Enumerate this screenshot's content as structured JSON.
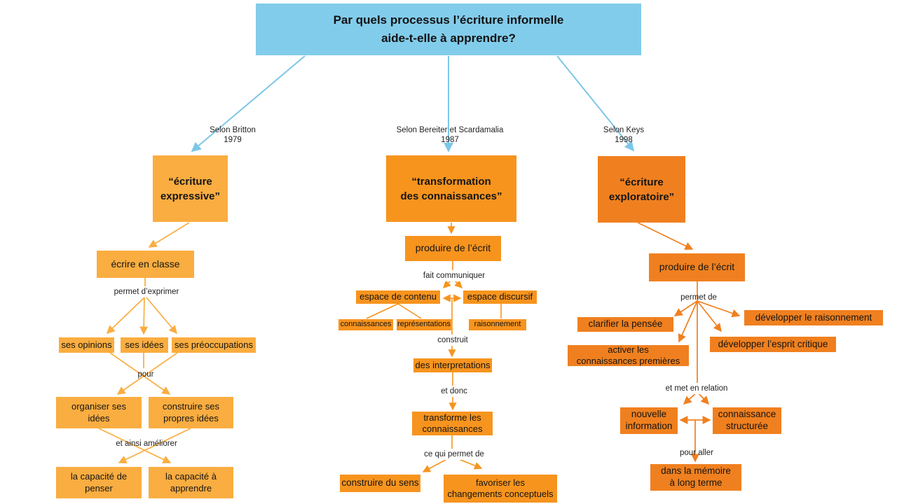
{
  "title": "Par quels processus l’écriture informelle\naide-t-elle à apprendre?",
  "colors": {
    "question_blue": "#82CCEB",
    "blue_arrow": "#7CC7E8",
    "branch_left_orange": "#FAAD40",
    "branch_middle_orange": "#F7941E",
    "branch_right_orange": "#F0801F",
    "text": "#151515"
  },
  "left_branch": {
    "source_label": "Selon Britton\n1979",
    "concept": "“écriture\nexpressive”",
    "ecrire_en_classe": "écrire en classe",
    "permet_exprimer": "permet d’exprimer",
    "ses_opinions": "ses opinions",
    "ses_idees": "ses idées",
    "ses_preoccupations": "ses préoccupations",
    "pour": "pour",
    "organiser_idees": "organiser ses\nidées",
    "construire_idees": "construire ses\npropres idées",
    "et_ainsi_ameliorer": "et ainsi améliorer",
    "capacite_penser": "la capacité de\npenser",
    "capacite_apprendre": "la capacité à\napprendre"
  },
  "middle_branch": {
    "source_label": "Selon Bereiter et Scardamalia\n1987",
    "concept": "“transformation\ndes connaissances”",
    "produire_ecrit": "produire de l’écrit",
    "fait_communiquer": "fait communiquer",
    "espace_contenu": "espace de contenu",
    "espace_discursif": "espace discursif",
    "connaissances": "connaissances",
    "representations": "représentations",
    "raisonnement": "raisonnement",
    "construit": "construit",
    "des_interpretations": "des interpretations",
    "et_donc": "et donc",
    "transforme_connaissances": "transforme les\nconnaissances",
    "ce_qui_permet_de": "ce qui permet de",
    "construire_du_sens": "construire du sens",
    "favoriser_changements": "favoriser les\nchangements conceptuels"
  },
  "right_branch": {
    "source_label": "Selon Keys\n1998",
    "concept": "“écriture\nexploratoire”",
    "produire_ecrit": "produire de l’écrit",
    "permet_de": "permet de",
    "clarifier_pensee": "clarifier la pensée",
    "activer_connaissances": "activer les\nconnaissances premières",
    "developper_raisonnement": "développer le raisonnement",
    "developper_esprit_critique": "développer l’esprit critique",
    "et_met_en_relation": "et met en relation",
    "nouvelle_information": "nouvelle\ninformation",
    "connaissance_structuree": "connaissance\nstructurée",
    "pour_aller": "pour aller",
    "memoire_long_terme": "dans la mémoire\nà long terme"
  }
}
